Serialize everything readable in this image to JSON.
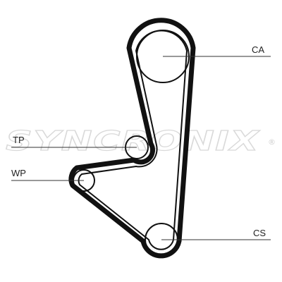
{
  "watermark": {
    "text": "SYNCRONIX",
    "registered_mark": "®"
  },
  "pulleys": [
    {
      "id": "camshaft",
      "label": "CA"
    },
    {
      "id": "tensioner",
      "label": "TP"
    },
    {
      "id": "water-pump",
      "label": "WP"
    },
    {
      "id": "crankshaft",
      "label": "CS"
    }
  ],
  "colors": {
    "belt": "#111111",
    "leader": "#333333",
    "watermark": "#d9d9d9"
  }
}
